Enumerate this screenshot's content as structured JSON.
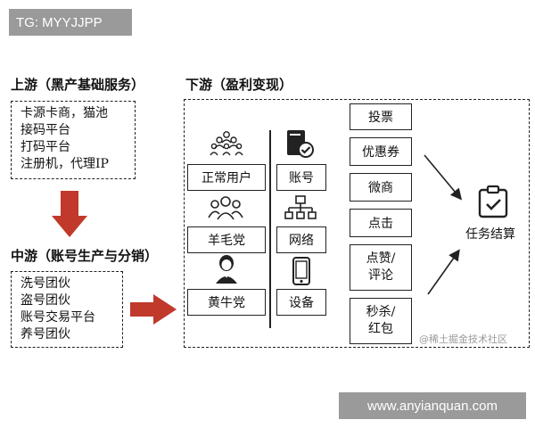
{
  "watermarks": {
    "top": "TG: MYYJJPP",
    "bottom": "www.anyianquan.com",
    "juejin": "@稀土掘金技术社区"
  },
  "upstream": {
    "title": "上游（黑产基础服务）",
    "items": [
      "卡源卡商，猫池",
      "接码平台",
      "打码平台",
      "注册机，代理IP"
    ]
  },
  "midstream": {
    "title": "中游（账号生产与分销）",
    "items": [
      "洗号团伙",
      "盗号团伙",
      "账号交易平台",
      "养号团伙"
    ]
  },
  "downstream": {
    "title": "下游（盈利变现）",
    "actors": [
      {
        "label": "正常用户",
        "icon": "crowd-icon"
      },
      {
        "label": "羊毛党",
        "icon": "group-icon"
      },
      {
        "label": "黄牛党",
        "icon": "person-icon"
      }
    ],
    "resources": [
      {
        "label": "账号",
        "icon": "account-book-icon"
      },
      {
        "label": "网络",
        "icon": "network-icon"
      },
      {
        "label": "设备",
        "icon": "phone-icon"
      }
    ],
    "actions": [
      "投票",
      "优惠券",
      "微商",
      "点击",
      "点赞/\n评论",
      "秒杀/\n红包"
    ],
    "task_label": "任务结算"
  },
  "colors": {
    "arrow_fill": "#c0392b",
    "line": "#222222",
    "watermark_bg": "#9a9a9a"
  }
}
